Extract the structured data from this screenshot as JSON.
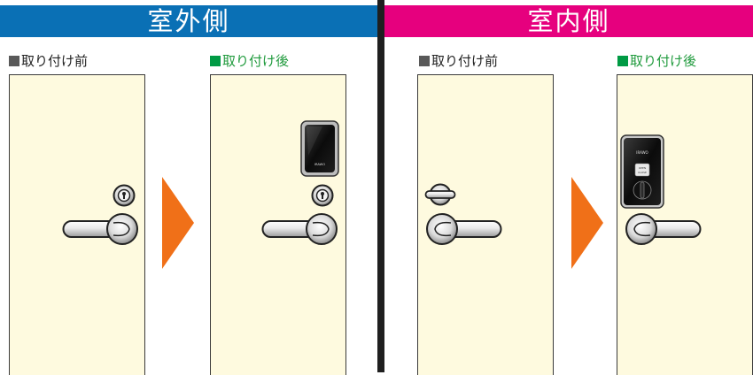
{
  "colors": {
    "outside_header": "#0a70b5",
    "inside_header": "#e6007e",
    "divider": "#1f1f1f",
    "door_fill": "#fefadf",
    "arrow": "#f07018",
    "before_square": "#595959",
    "after_square": "#009a44",
    "after_text": "#1f9a3c",
    "before_text": "#222222"
  },
  "headers": {
    "outside": "室外側",
    "inside": "室内側"
  },
  "labels": {
    "outside_before": "取り付け前",
    "outside_after": "取り付け後",
    "inside_before": "取り付け前",
    "inside_after": "取り付け後"
  },
  "device": {
    "brand": "IRAWO",
    "button_top": "OPEN",
    "button_bottom": "CLOSE"
  },
  "icons": {
    "label_marker": "square-icon",
    "arrow": "arrow-right-icon",
    "handle": "lever-handle-icon",
    "keyhole": "keyhole-icon",
    "thumbturn": "thumbturn-icon",
    "card_reader": "card-reader-icon",
    "smart_lock": "smart-lock-icon"
  }
}
